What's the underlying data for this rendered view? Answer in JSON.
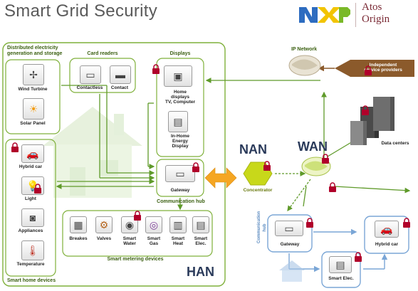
{
  "title": "Smart Grid Security",
  "logos": {
    "nxp": "NXP",
    "atos_line1": "Atos",
    "atos_line2": "Origin"
  },
  "sections": {
    "distributed": "Distributed electricity generation and storage",
    "card_readers": "Card readers",
    "displays": "Displays",
    "smart_home": "Smart home devices",
    "comm_hub": "Communication hub",
    "smart_metering": "Smart metering devices",
    "ip_network": "IP Network",
    "comm_hub_vertical": "Communication hub"
  },
  "zones": {
    "nan": "NAN",
    "wan": "WAN",
    "han": "HAN"
  },
  "devices": {
    "wind_turbine": "Wind Turbine",
    "solar_panel": "Solar Panel",
    "contactless": "Contactless",
    "contact": "Contact",
    "home_displays_1": "Home",
    "home_displays_2": "displays",
    "home_displays_3": "TV, Computer",
    "energy_display_1": "In-Home",
    "energy_display_2": "Energy",
    "energy_display_3": "Display",
    "hybrid_car": "Hybrid car",
    "light": "Light",
    "appliances": "Appliances",
    "temperature": "Temperature",
    "gateway": "Gateway",
    "breakes": "Breakes",
    "valves": "Valves",
    "smart_water_1": "Smart",
    "smart_water_2": "Water",
    "smart_gas_1": "Smart",
    "smart_gas_2": "Gas",
    "smart_heat_1": "Smart",
    "smart_heat_2": "Heat",
    "smart_elec_1": "Smart",
    "smart_elec_2": "Elec.",
    "concentrator": "Concentrator",
    "service_providers_1": "Independent",
    "service_providers_2": "service providers",
    "data_centers": "Data centers",
    "wan_gateway": "Gateway",
    "wan_smart_elec": "Smart Elec.",
    "wan_hybrid_car": "Hybrid car"
  },
  "colors": {
    "green_border": "#7fb03a",
    "green_arrow": "#5f9a2a",
    "orange_arrow": "#f5a623",
    "blue_border": "#7aa6d6",
    "lock_red": "#b0002a",
    "brown_tag": "#8b5a2b"
  }
}
